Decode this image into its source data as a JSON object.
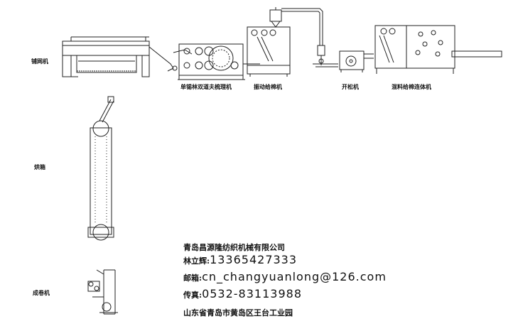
{
  "labels": {
    "web_laying_machine": "铺网机",
    "single_cylinder_carding": "单锡林双道夫梳理机",
    "vibrating_feeder": "振动给棉机",
    "opener": "开松机",
    "mixing_feeder": "混料给棉连体机",
    "oven": "烘箱",
    "winder": "成卷机"
  },
  "company": {
    "name": "青岛昌源隆纺织机械有限公司",
    "contact_label": "林立辉:",
    "phone": "13365427333",
    "email_label": "邮箱:",
    "email": "cn_changyuanlong@126.com",
    "fax_label": "传真:",
    "fax": "0532-83113988",
    "address": "山东省青岛市黄岛区王台工业园"
  }
}
